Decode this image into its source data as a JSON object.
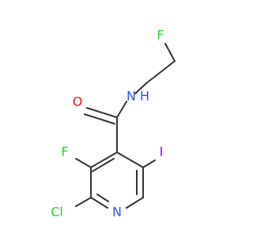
{
  "molecule": {
    "colors": {
      "bond": "#333333",
      "carbon": "#333333",
      "fluorine": "#33cc33",
      "chlorine": "#33cc33",
      "iodine": "#9400d3",
      "nitrogen": "#3050f8",
      "oxygen": "#ff0d0d"
    },
    "labels": {
      "F_top": "F",
      "O": "O",
      "NH_N": "N",
      "NH_H": "H",
      "F_ring": "F",
      "I": "I",
      "Cl": "Cl",
      "N_ring": "N"
    }
  }
}
